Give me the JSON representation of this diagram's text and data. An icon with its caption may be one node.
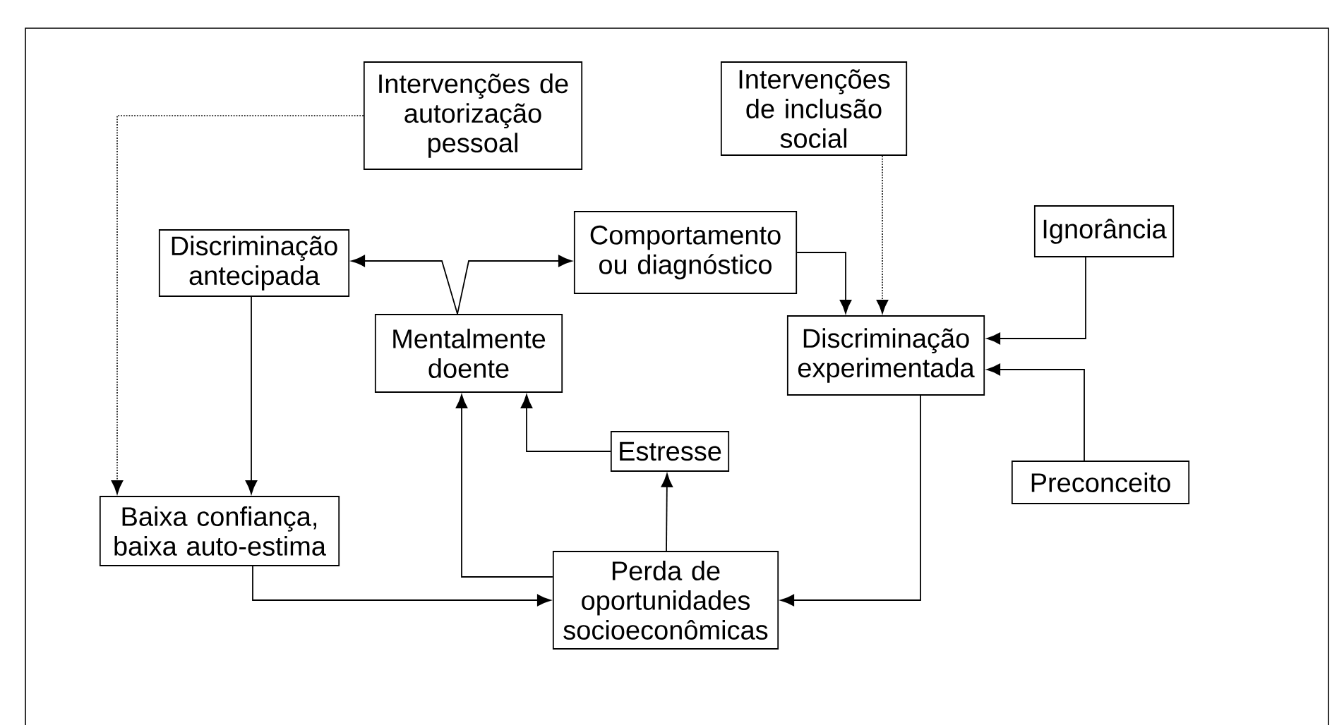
{
  "diagram": {
    "nodes": [
      {
        "text": [
          "Intervenções de autorização pessoal"
        ]
      },
      {
        "text": [
          "Intervenções de inclusão social"
        ]
      },
      {
        "text": [
          "Discriminação antecipada"
        ]
      },
      {
        "text": [
          "Comportamento ou diagnóstico"
        ]
      },
      {
        "text": [
          "Ignorância"
        ]
      },
      {
        "text": [
          "Mentalmente doente"
        ]
      },
      {
        "text": [
          "Discriminação experimentada"
        ]
      },
      {
        "text": [
          "Estresse"
        ]
      },
      {
        "text": [
          "Preconceito"
        ]
      },
      {
        "text": [
          "Baixa confiança, baixa auto-estima"
        ]
      },
      {
        "text": [
          "Perda de oportunidades socioeconômicas"
        ]
      }
    ],
    "edges": [
      {
        "from": 0,
        "to": 9,
        "arrow": "to",
        "style": "dashed"
      },
      {
        "from": 1,
        "to": 6,
        "arrow": "to",
        "style": "dashed"
      },
      {
        "from": 5,
        "to": 2,
        "arrow": "to"
      },
      {
        "from": 5,
        "to": 3,
        "arrow": "to"
      },
      {
        "from": 3,
        "to": 6,
        "arrow": "to"
      },
      {
        "from": 4,
        "to": 6,
        "arrow": "to"
      },
      {
        "from": 8,
        "to": 6,
        "arrow": "to"
      },
      {
        "from": 2,
        "to": 9,
        "arrow": "to"
      },
      {
        "from": 9,
        "to": 10,
        "arrow": "to"
      },
      {
        "from": 6,
        "to": 10,
        "arrow": "to"
      },
      {
        "from": 10,
        "to": 5,
        "arrow": "to"
      },
      {
        "from": 10,
        "to": 7,
        "arrow": "to"
      },
      {
        "from": 7,
        "to": 5,
        "arrow": "to"
      }
    ]
  }
}
